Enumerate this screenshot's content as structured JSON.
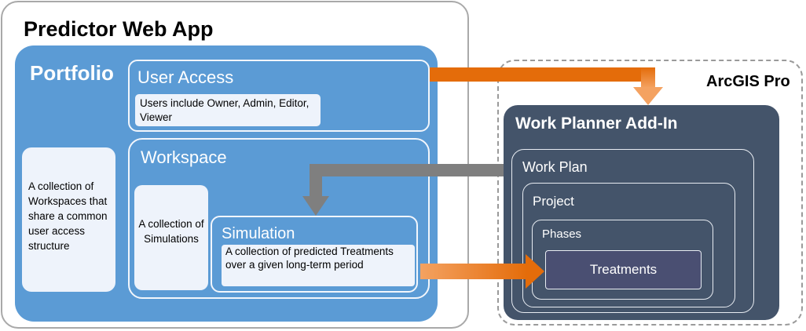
{
  "web_app": {
    "title": "Predictor Web App",
    "portfolio": {
      "title": "Portfolio",
      "description": "A collection of Workspaces that share a common user access structure"
    },
    "user_access": {
      "title": "User Access",
      "description": "Users include Owner, Admin, Editor, Viewer"
    },
    "workspace": {
      "title": "Workspace",
      "description": "A collection of Simulations"
    },
    "simulation": {
      "title": "Simulation",
      "description": "A collection of predicted Treatments over a given long-term period"
    }
  },
  "arcgis": {
    "title": "ArcGIS Pro",
    "add_in": {
      "title": "Work Planner Add-In",
      "work_plan": "Work Plan",
      "project": "Project",
      "phases": "Phases",
      "treatments": "Treatments"
    }
  },
  "colors": {
    "portfolio_blue": "#5b9bd5",
    "panel_light": "#eef3fb",
    "add_in_slate": "#44546a",
    "arrow_orange": "#e46c0a",
    "arrow_gray": "#7f7f7f"
  },
  "connectors": [
    {
      "from": "User Access",
      "to": "Work Planner Add-In",
      "color": "orange"
    },
    {
      "from": "Work Plan",
      "to": "Simulation",
      "color": "gray"
    },
    {
      "from": "Simulation",
      "to": "Treatments",
      "color": "orange"
    }
  ]
}
